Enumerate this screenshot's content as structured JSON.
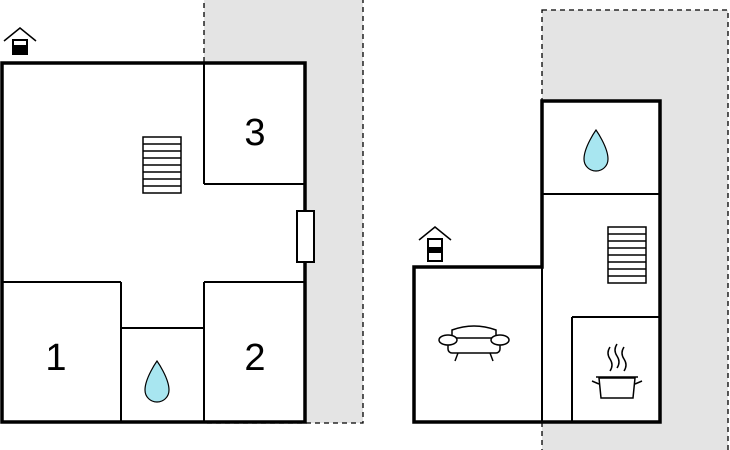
{
  "floor_plan": {
    "rooms": [
      {
        "id": "room-1",
        "label": "1"
      },
      {
        "id": "room-2",
        "label": "2"
      },
      {
        "id": "room-3",
        "label": "3"
      }
    ],
    "icons": [
      "entrance-icon",
      "stairs-icon",
      "bathroom-icon",
      "window-icon",
      "sofa-icon",
      "cooking-pot-icon"
    ],
    "colors": {
      "wall": "#000000",
      "terrace": "#e4e4e4",
      "water": "#a8e6f0",
      "background": "#ffffff"
    }
  }
}
